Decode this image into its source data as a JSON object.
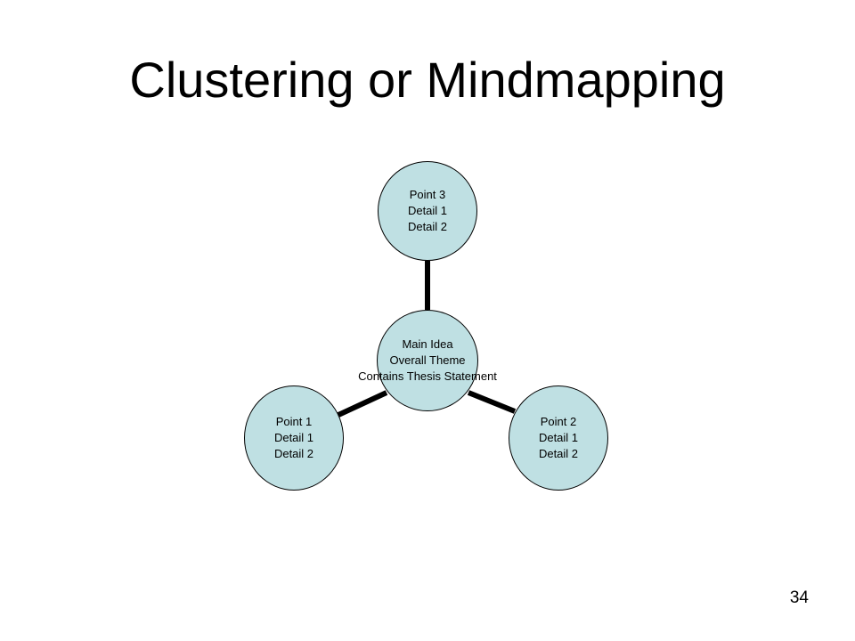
{
  "slide": {
    "title": "Clustering or Mindmapping",
    "page_number": "34"
  },
  "mindmap": {
    "center": {
      "lines": [
        "Main Idea",
        "Overall Theme",
        "Contains Thesis Statement"
      ]
    },
    "branches": [
      {
        "position": "top",
        "lines": [
          "Point 3",
          "Detail 1",
          "Detail 2"
        ]
      },
      {
        "position": "bottom-left",
        "lines": [
          "Point 1",
          "Detail 1",
          "Detail 2"
        ]
      },
      {
        "position": "bottom-right",
        "lines": [
          "Point 2",
          "Detail 1",
          "Detail 2"
        ]
      }
    ],
    "colors": {
      "node_fill": "#bfe0e3",
      "node_border": "#000000",
      "connector": "#000000"
    }
  }
}
